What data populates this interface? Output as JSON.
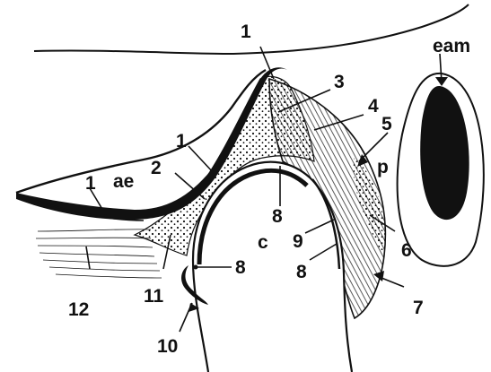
{
  "labels": {
    "n1": "1",
    "n2": "2",
    "n3": "3",
    "n4": "4",
    "n5": "5",
    "n6": "6",
    "n7": "7",
    "n8": "8",
    "n9": "9",
    "n10": "10",
    "n11": "11",
    "n12": "12",
    "eam": "eam",
    "ae": "ae",
    "p": "p",
    "c": "c"
  },
  "colors": {
    "ink": "#111111",
    "background": "#ffffff"
  }
}
